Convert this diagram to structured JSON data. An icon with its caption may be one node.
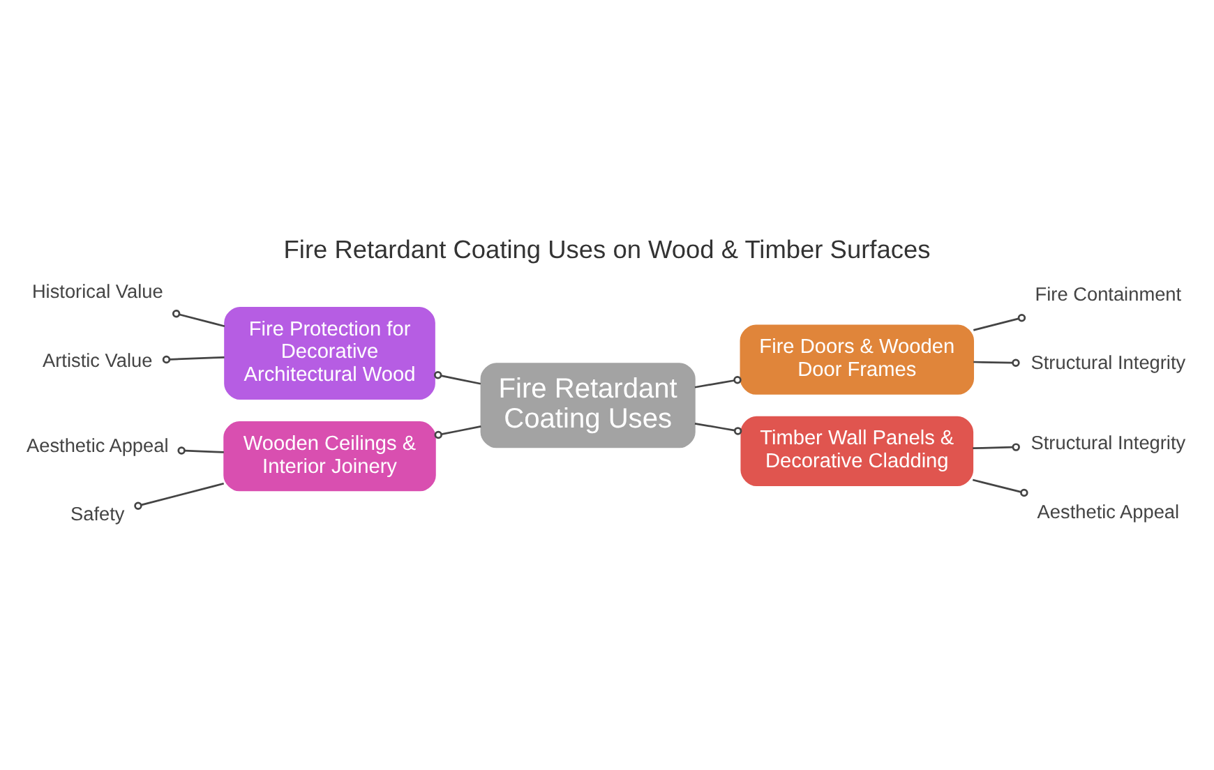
{
  "diagram": {
    "title": "Fire Retardant Coating Uses on Wood & Timber Surfaces",
    "nodes": [
      {
        "text": [
          "Fire Retardant Coating Uses"
        ]
      },
      {
        "text": [
          "Fire Protection for Decorative Architectural Wood"
        ]
      },
      {
        "text": [
          "Historical Value"
        ]
      },
      {
        "text": [
          "Artistic Value"
        ]
      },
      {
        "text": [
          "Fire Doors & Wooden Door Frames"
        ]
      },
      {
        "text": [
          "Fire Containment"
        ]
      },
      {
        "text": [
          "Structural Integrity"
        ]
      },
      {
        "text": [
          "Wooden Ceilings & Interior Joinery"
        ]
      },
      {
        "text": [
          "Aesthetic Appeal"
        ]
      },
      {
        "text": [
          "Safety"
        ]
      },
      {
        "text": [
          "Timber Wall Panels & Decorative Cladding"
        ]
      },
      {
        "text": [
          "Structural Integrity"
        ]
      },
      {
        "text": [
          "Aesthetic Appeal"
        ]
      }
    ],
    "edges": [
      {
        "from": 0,
        "to": 1,
        "arrow": "other"
      },
      {
        "from": 0,
        "to": 4,
        "arrow": "other"
      },
      {
        "from": 0,
        "to": 7,
        "arrow": "other"
      },
      {
        "from": 0,
        "to": 10,
        "arrow": "other"
      },
      {
        "from": 1,
        "to": 2,
        "arrow": "other"
      },
      {
        "from": 1,
        "to": 3,
        "arrow": "other"
      },
      {
        "from": 4,
        "to": 5,
        "arrow": "other"
      },
      {
        "from": 4,
        "to": 6,
        "arrow": "other"
      },
      {
        "from": 7,
        "to": 8,
        "arrow": "other"
      },
      {
        "from": 7,
        "to": 9,
        "arrow": "other"
      },
      {
        "from": 10,
        "to": 11,
        "arrow": "other"
      },
      {
        "from": 10,
        "to": 12,
        "arrow": "other"
      }
    ]
  }
}
